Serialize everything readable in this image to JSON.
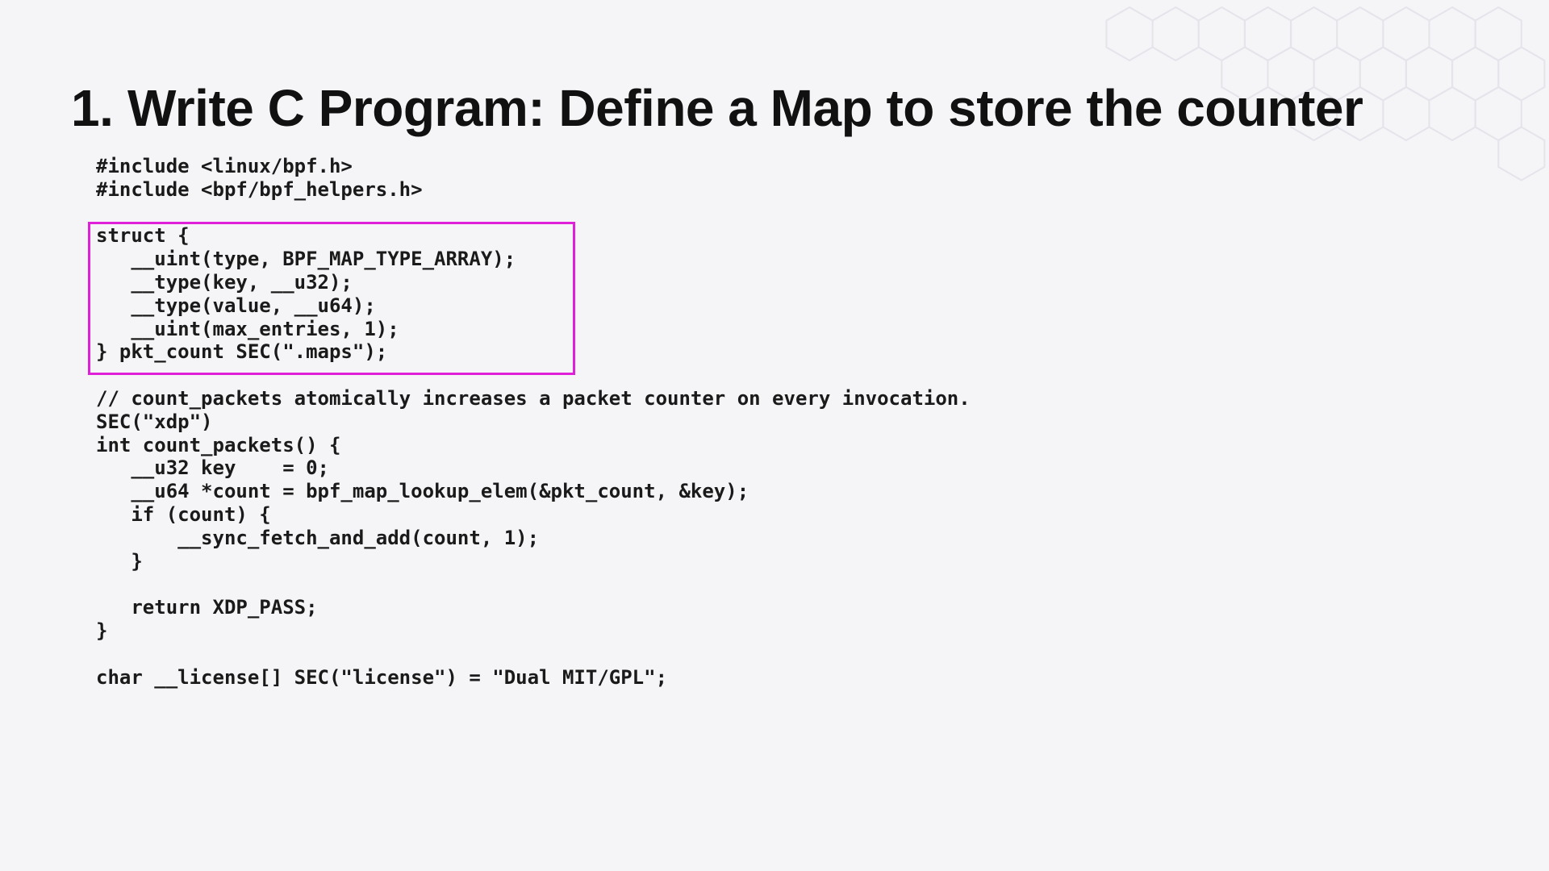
{
  "slide": {
    "number": "1.",
    "title": "Write C Program: Define a Map to store the counter"
  },
  "code": {
    "lines": [
      "#include <linux/bpf.h>",
      "#include <bpf/bpf_helpers.h>",
      "",
      "struct {",
      "   __uint(type, BPF_MAP_TYPE_ARRAY);",
      "   __type(key, __u32);",
      "   __type(value, __u64);",
      "   __uint(max_entries, 1);",
      "} pkt_count SEC(\".maps\");",
      "",
      "// count_packets atomically increases a packet counter on every invocation.",
      "SEC(\"xdp\")",
      "int count_packets() {",
      "   __u32 key    = 0;",
      "   __u64 *count = bpf_map_lookup_elem(&pkt_count, &key);",
      "   if (count) {",
      "       __sync_fetch_and_add(count, 1);",
      "   }",
      "",
      "   return XDP_PASS;",
      "}",
      "",
      "char __license[] SEC(\"license\") = \"Dual MIT/GPL\";"
    ]
  },
  "colors": {
    "background": "#f5f5f8",
    "text": "#111111",
    "highlight": "#e020d8",
    "hex_decoration": "#e4e4ea"
  }
}
